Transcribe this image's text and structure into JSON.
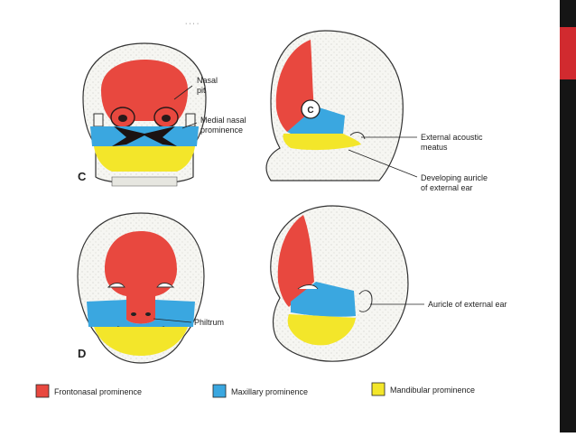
{
  "panels": {
    "c": {
      "letter": "C",
      "circle_label": "C",
      "labels": {
        "nasal_pit": [
          "Nasal",
          "pit"
        ],
        "medial_nasal": [
          "Medial nasal",
          "prominence"
        ],
        "external_acoustic": [
          "External acoustic",
          "meatus"
        ],
        "developing_auricle": [
          "Developing auricle",
          "of external ear"
        ]
      }
    },
    "d": {
      "letter": "D",
      "labels": {
        "philtrum": "Philtrum",
        "auricle": "Auricle of external ear"
      }
    }
  },
  "legend": [
    {
      "label": "Frontonasal prominence",
      "color": "#e8483f"
    },
    {
      "label": "Maxillary prominence",
      "color": "#3aa7e0"
    },
    {
      "label": "Mandibular prominence",
      "color": "#f3e62a"
    }
  ],
  "colors": {
    "frontonasal": "#e8483f",
    "maxillary": "#3aa7e0",
    "mandibular": "#f3e62a",
    "skin": "#f4f4f0"
  }
}
